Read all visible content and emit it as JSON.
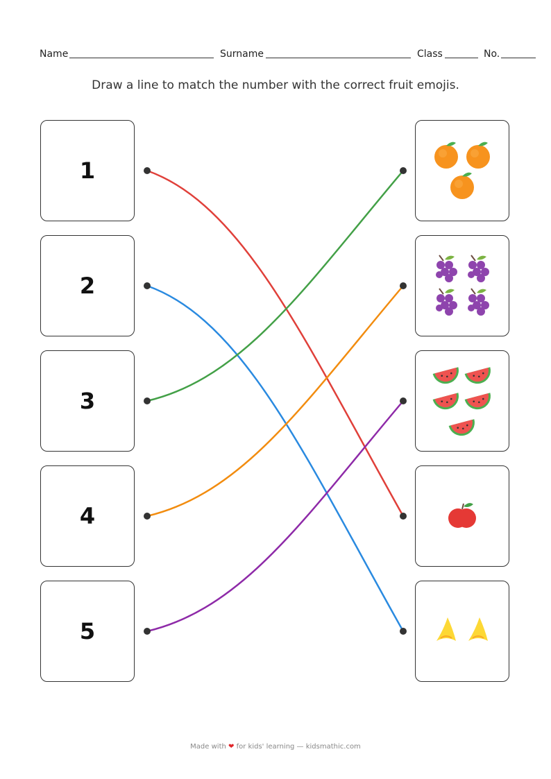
{
  "header": {
    "name_label": "Name",
    "surname_label": "Surname",
    "class_label": "Class",
    "no_label": "No."
  },
  "instruction": "Draw a line to match the number with the correct fruit emojis.",
  "numbers": [
    "1",
    "2",
    "3",
    "4",
    "5"
  ],
  "fruits": [
    {
      "fruit": "tangerine",
      "count": 3
    },
    {
      "fruit": "grapes",
      "count": 4
    },
    {
      "fruit": "watermelon",
      "count": 5
    },
    {
      "fruit": "apple",
      "count": 1
    },
    {
      "fruit": "banana",
      "count": 2
    }
  ],
  "matches": [
    {
      "from": "1",
      "to_row": 4,
      "color": "#e0403a"
    },
    {
      "from": "2",
      "to_row": 5,
      "color": "#2a8ae0"
    },
    {
      "from": "3",
      "to_row": 1,
      "color": "#43a047"
    },
    {
      "from": "4",
      "to_row": 2,
      "color": "#f28c0f"
    },
    {
      "from": "5",
      "to_row": 3,
      "color": "#8e2aa8"
    }
  ],
  "footer": {
    "prefix": "Made with",
    "heart": "❤",
    "suffix": "for kids' learning — kidsmathic.com"
  }
}
